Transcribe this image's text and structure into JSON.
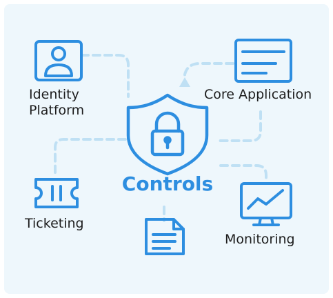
{
  "diagram": {
    "center": {
      "title": "Controls",
      "icon": "shield-lock-icon"
    },
    "nodes": [
      {
        "id": "identity",
        "label_lines": [
          "Identity",
          "Platform"
        ],
        "icon": "user-badge-icon"
      },
      {
        "id": "core",
        "label_lines": [
          "Core Application"
        ],
        "icon": "application-window-icon"
      },
      {
        "id": "ticketing",
        "label_lines": [
          "Ticketing"
        ],
        "icon": "ticket-icon"
      },
      {
        "id": "document",
        "label_lines": [],
        "icon": "document-icon"
      },
      {
        "id": "monitoring",
        "label_lines": [
          "Monitoring"
        ],
        "icon": "monitor-chart-icon"
      }
    ],
    "colors": {
      "accent": "#2d8ee0",
      "connector": "#bfe0f4",
      "background": "#eef7fc",
      "text": "#1d1d1d"
    }
  }
}
